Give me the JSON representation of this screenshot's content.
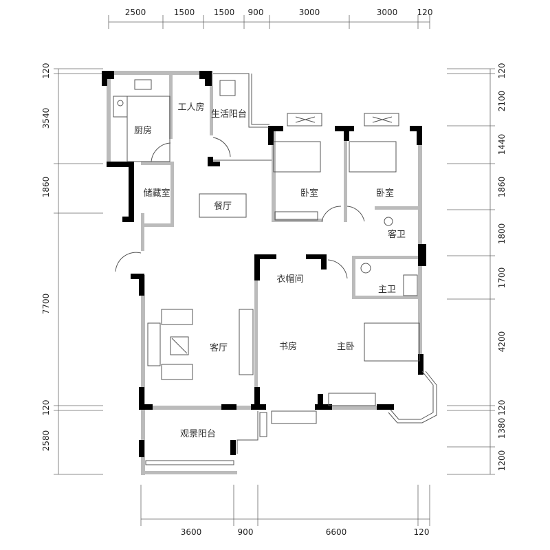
{
  "dimensions": {
    "top": [
      "2500",
      "1500",
      "1500",
      "900",
      "3000",
      "3000",
      "120"
    ],
    "bottom": [
      "3600",
      "900",
      "6600",
      "120"
    ],
    "left": [
      "120",
      "3540",
      "1860",
      "7700",
      "120",
      "2580"
    ],
    "right": [
      "120",
      "2100",
      "1440",
      "1860",
      "1800",
      "1700",
      "4200",
      "120",
      "1380",
      "1200"
    ]
  },
  "rooms": {
    "kitchen": "厨房",
    "worker_room": "工人房",
    "utility_balcony": "生活阳台",
    "storage": "储藏室",
    "dining": "餐厅",
    "bedroom1": "卧室",
    "bedroom2": "卧室",
    "guest_bath": "客卫",
    "closet": "衣帽间",
    "master_bath": "主卫",
    "living": "客厅",
    "study": "书房",
    "master_bedroom": "主卧",
    "view_balcony": "观景阳台"
  }
}
